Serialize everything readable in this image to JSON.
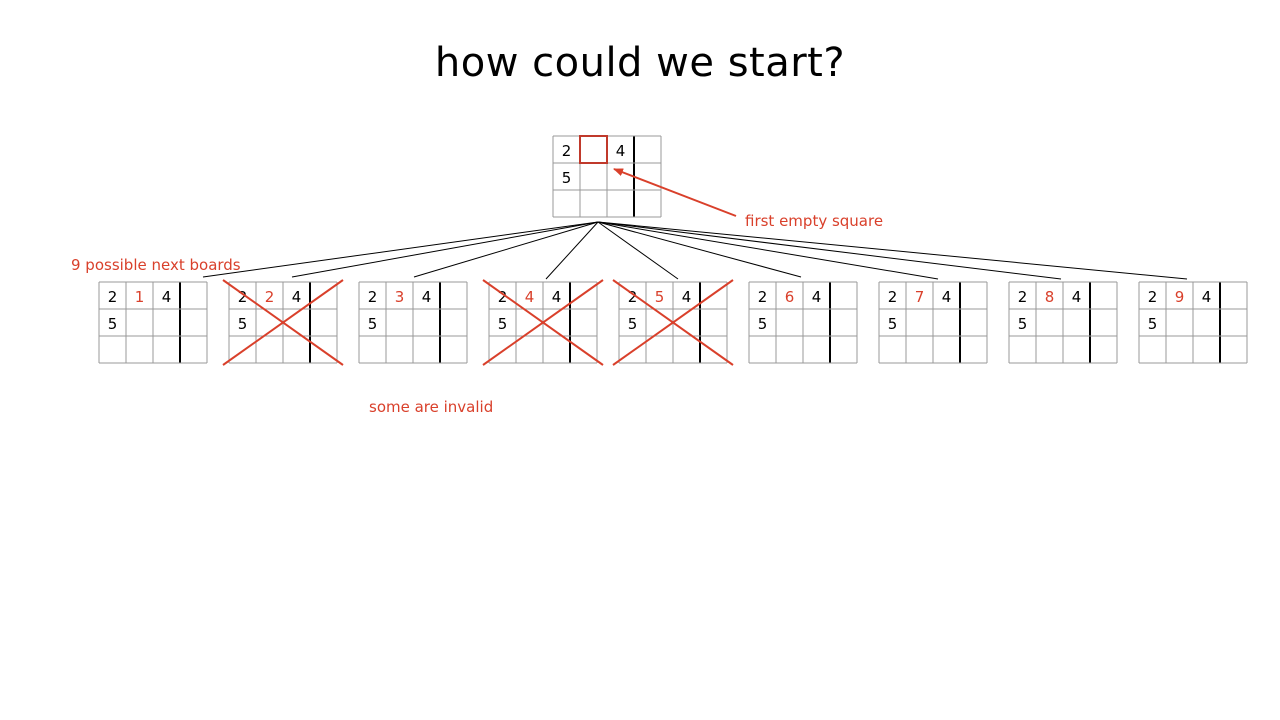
{
  "title": "how could we start?",
  "colors": {
    "accent": "#d9402b",
    "grid_line": "#999999",
    "text": "#000000"
  },
  "root_board": {
    "cells": [
      [
        "2",
        "",
        "4",
        ""
      ],
      [
        "5",
        "",
        "",
        ""
      ],
      [
        "",
        "",
        "",
        ""
      ]
    ],
    "highlighted_cell": [
      0,
      1
    ]
  },
  "annotations": {
    "first_empty": "first empty square",
    "possible_next": "9 possible next boards",
    "invalid_note": "some are invalid"
  },
  "children": [
    {
      "digit": "1",
      "valid": true
    },
    {
      "digit": "2",
      "valid": false
    },
    {
      "digit": "3",
      "valid": true
    },
    {
      "digit": "4",
      "valid": false
    },
    {
      "digit": "5",
      "valid": false
    },
    {
      "digit": "6",
      "valid": true
    },
    {
      "digit": "7",
      "valid": true
    },
    {
      "digit": "8",
      "valid": true
    },
    {
      "digit": "9",
      "valid": true
    }
  ],
  "child_base": {
    "cells": [
      [
        "2",
        "",
        "4",
        ""
      ],
      [
        "5",
        "",
        "",
        ""
      ],
      [
        "",
        "",
        "",
        ""
      ]
    ]
  }
}
